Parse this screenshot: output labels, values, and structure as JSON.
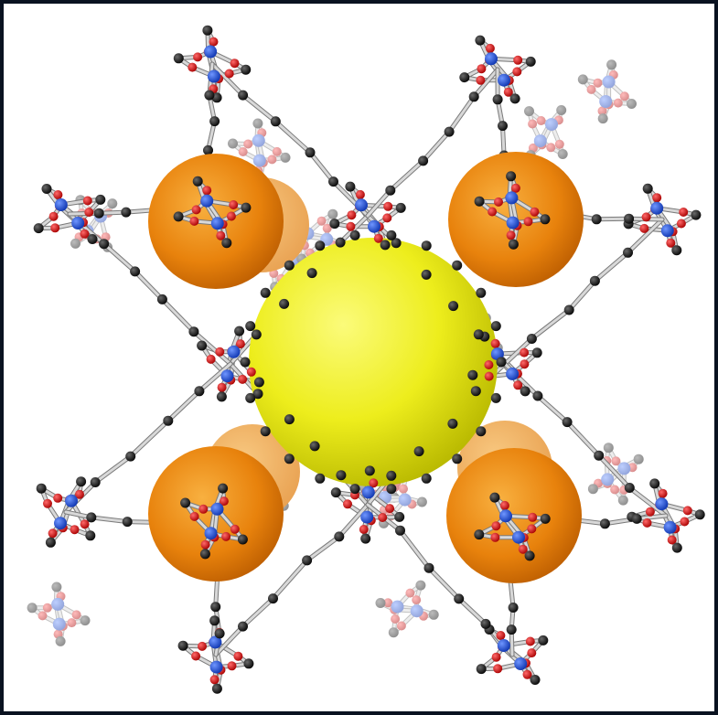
{
  "image": {
    "subject": "metal-organic-framework-crystal-structure",
    "background_color": "#ffffff",
    "border_color": "#0a1220"
  },
  "legend_colors": {
    "metal_atom": "#1f4fd6",
    "oxygen_atom": "#e01818",
    "carbon_atom": "#1a1a1a",
    "bond": "#c8c8c8",
    "central_cage": "#f2f21a",
    "corner_cages": "#f08a10"
  },
  "cages": {
    "central_count": 1,
    "corner_count": 4
  }
}
